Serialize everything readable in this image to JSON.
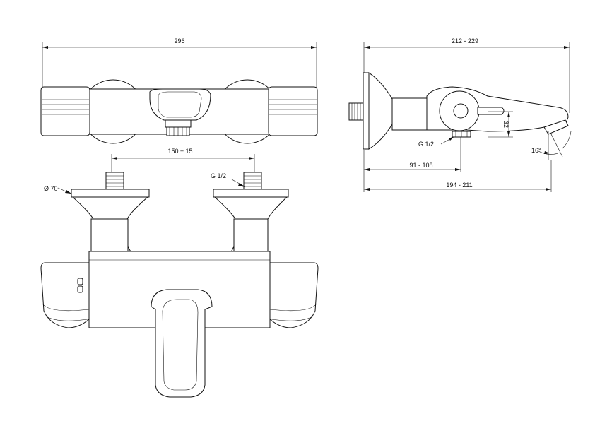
{
  "drawing": {
    "top_view": {
      "overall_width": "296",
      "center_distance": "150 ± 15"
    },
    "front_view": {
      "flange_diameter": "Ø 70",
      "inlet_thread": "G 1/2"
    },
    "side_view": {
      "total_depth": "212 - 229",
      "spout_height": "32",
      "outlet_thread": "G 1/2",
      "spout_angle": "16°",
      "outlet_distance": "91 - 108",
      "spout_reach": "194 - 211"
    }
  }
}
